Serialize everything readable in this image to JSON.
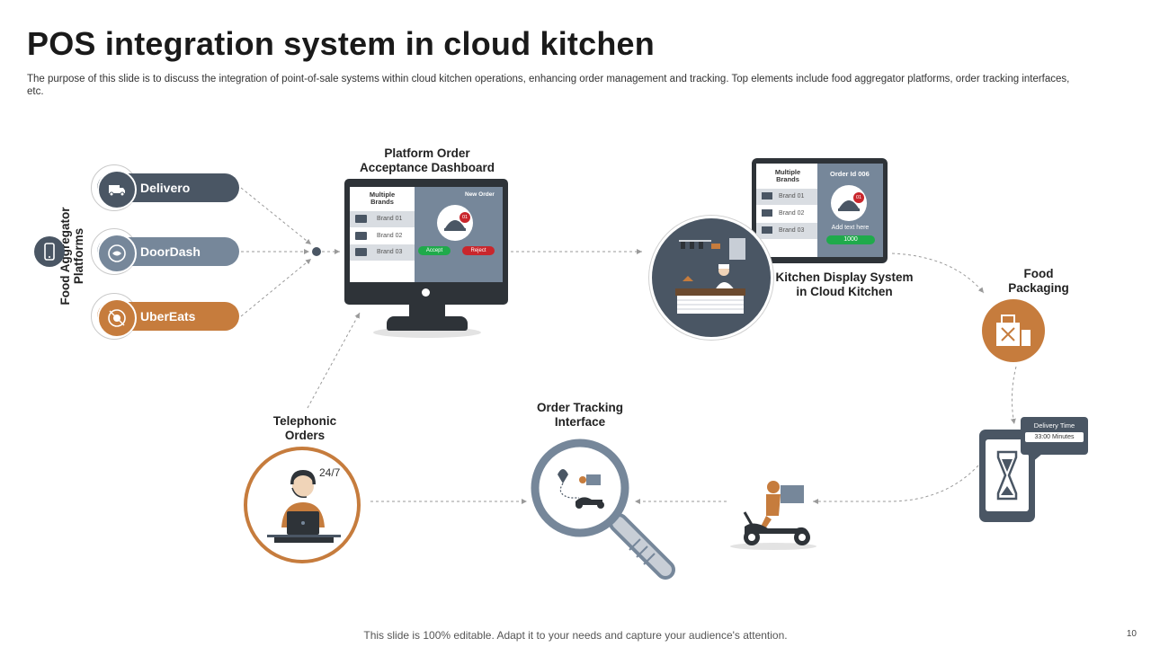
{
  "title": "POS integration system in cloud kitchen",
  "subtitle": "The purpose of this slide is to discuss the integration of point-of-sale systems within cloud kitchen operations, enhancing order management and tracking. Top elements include food aggregator platforms, order tracking interfaces, etc.",
  "platforms": {
    "heading": "Food Aggregator Platforms",
    "items": [
      {
        "label": "Delivero",
        "icon": "delivery-truck-icon"
      },
      {
        "label": "DoorDash",
        "icon": "doordash-logo-icon"
      },
      {
        "label": "UberEats",
        "icon": "ubereats-logo-icon"
      }
    ]
  },
  "dashboard": {
    "label": "Platform Order Acceptance Dashboard",
    "brands_title": "Multiple Brands",
    "brands": [
      "Brand 01",
      "Brand 02",
      "Brand 03"
    ],
    "new_order": "New Order",
    "badge": "01",
    "accept": "Accept",
    "reject": "Reject"
  },
  "kitchen_display": {
    "label": "Kitchen Display System in Cloud Kitchen",
    "brands_title": "Multiple Brands",
    "brands": [
      "Brand 01",
      "Brand 02",
      "Brand 03"
    ],
    "order_id": "Order Id 006",
    "badge": "01",
    "add_text": "Add text here",
    "amount": "1000"
  },
  "packaging": {
    "label": "Food Packaging"
  },
  "delivery": {
    "time_title": "Delivery Time",
    "time_value": "33:00 Minutes"
  },
  "tracking": {
    "label": "Order Tracking Interface"
  },
  "telephonic": {
    "label": "Telephonic Orders",
    "availability": "24/7"
  },
  "colors": {
    "dark_slate": "#4a5664",
    "mid_slate": "#76879a",
    "orange": "#c67c3d",
    "green": "#1faa4b",
    "red": "#c9262c"
  },
  "footer": "This slide is 100% editable. Adapt it to your needs and capture your audience's attention.",
  "page_number": "10"
}
